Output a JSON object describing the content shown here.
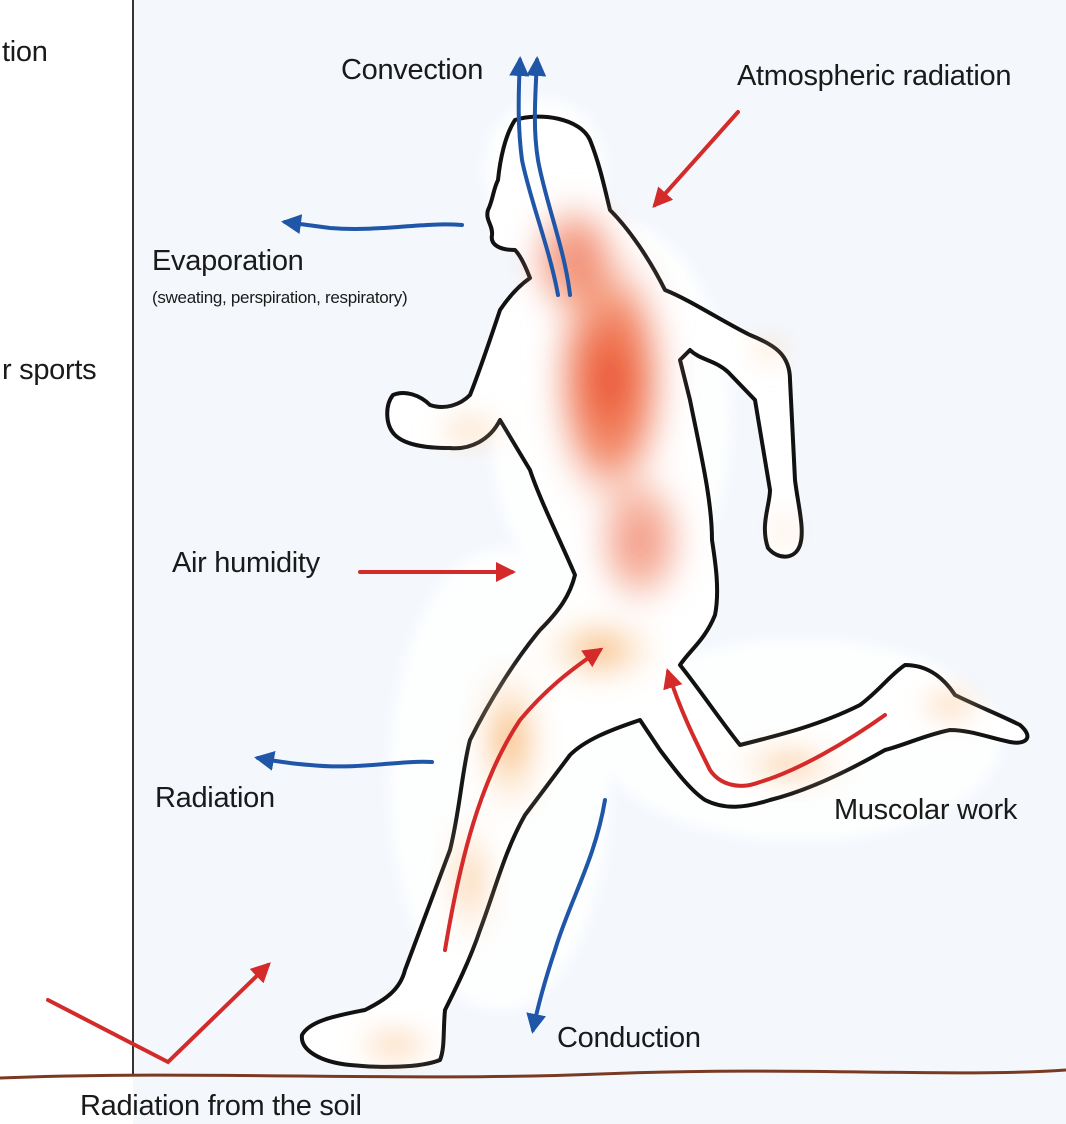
{
  "left_fragments": {
    "top": "tion",
    "middle": "r sports"
  },
  "labels": {
    "convection": "Convection",
    "atmospheric_radiation": "Atmospheric radiation",
    "evaporation": "Evaporation",
    "evaporation_detail": "(sweating, perspiration, respiratory)",
    "air_humidity": "Air humidity",
    "radiation": "Radiation",
    "muscular_work": "Muscolar work",
    "conduction": "Conduction",
    "radiation_soil": "Radiation from the soil"
  },
  "colors": {
    "heat_gain_arrow": "#d42a2a",
    "heat_loss_arrow": "#1f56a8",
    "body_heat_core": "#e8401e",
    "body_heat_warm": "#f5962e",
    "ground": "#7a3a22"
  },
  "icons": {
    "figure": "running-man-icon",
    "gain": "red-arrow-icon",
    "loss": "blue-arrow-icon"
  }
}
